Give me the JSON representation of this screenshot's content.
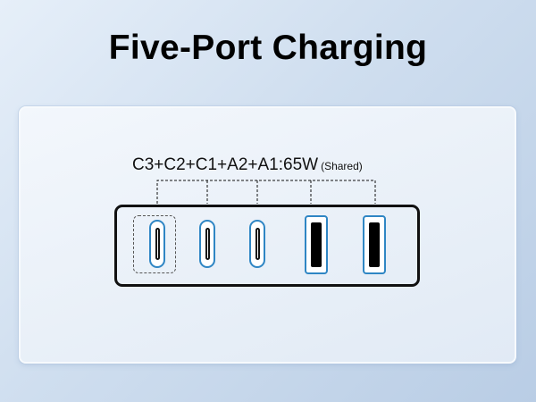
{
  "title": "Five-Port Charging",
  "power_label": {
    "main": "C3+C2+C1+A2+A1:65W",
    "note": "(Shared)"
  },
  "ports": [
    {
      "name": "C3",
      "type": "usb-c",
      "selected": true
    },
    {
      "name": "C2",
      "type": "usb-c",
      "selected": false
    },
    {
      "name": "C1",
      "type": "usb-c",
      "selected": false
    },
    {
      "name": "A2",
      "type": "usb-a",
      "selected": false
    },
    {
      "name": "A1",
      "type": "usb-a",
      "selected": false
    }
  ],
  "colors": {
    "port_outline": "#2f86c4",
    "text": "#000000",
    "background_start": "#e6eff9",
    "background_end": "#b9cde5"
  }
}
